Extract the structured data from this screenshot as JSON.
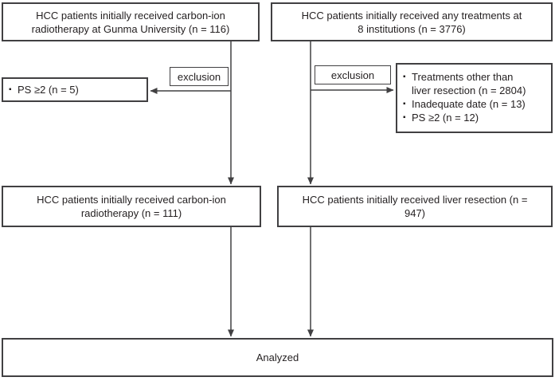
{
  "flow": {
    "bullet": "▪",
    "top_left_box": "HCC patients initially received carbon-ion radiotherapy at Gunma University (n = 116)",
    "top_right_box": "HCC patients initially received any treatments at 8 institutions (n = 3776)",
    "exclusion_left": {
      "label": "exclusion",
      "items": [
        "PS ≥2 (n = 5)"
      ]
    },
    "exclusion_right": {
      "label": "exclusion",
      "items": [
        "Treatments other than liver resection (n = 2804)",
        "Inadequate date (n = 13)",
        "PS ≥2 (n = 12)"
      ]
    },
    "mid_left_box": "HCC patients initially received carbon-ion radiotherapy (n = 111)",
    "mid_right_box": "HCC patients initially received liver resection (n = 947)",
    "bottom_box": "Analyzed",
    "colors": {
      "border": "#414042",
      "text": "#231f20",
      "background": "#ffffff"
    }
  }
}
